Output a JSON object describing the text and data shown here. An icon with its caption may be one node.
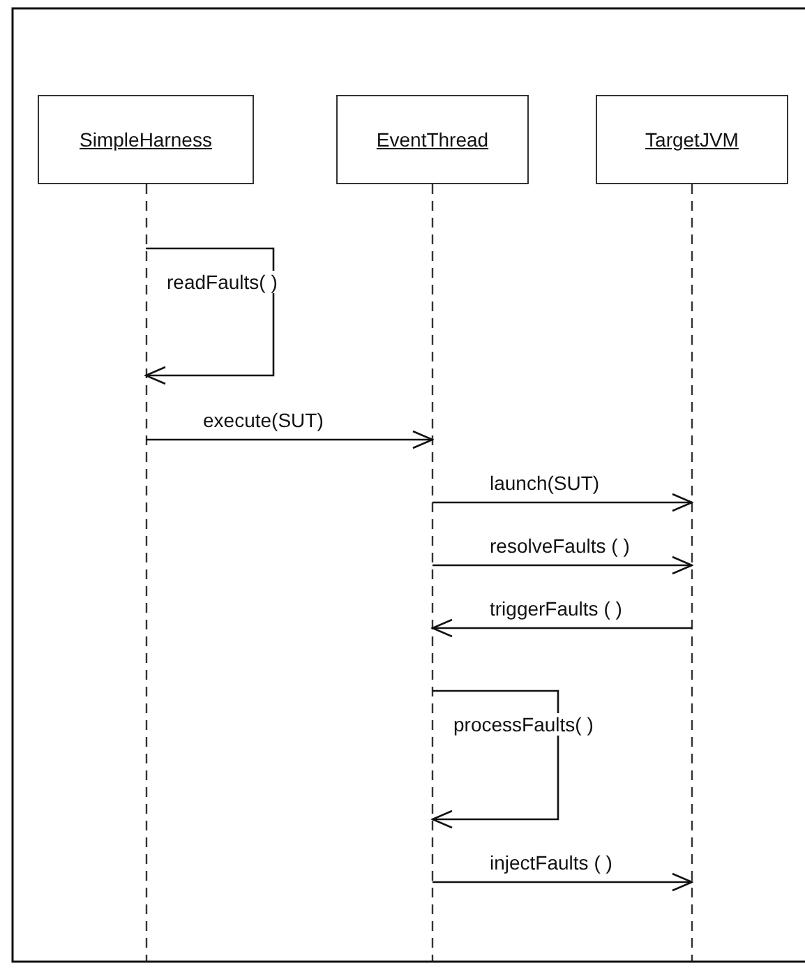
{
  "diagram": {
    "nodes": [
      {
        "text": [
          "SimpleHarness"
        ]
      },
      {
        "text": [
          "EventThread"
        ]
      },
      {
        "text": [
          "TargetJVM"
        ]
      }
    ],
    "edges": [
      {
        "from": 0,
        "to": 0,
        "label": "readFaults( )",
        "arrow": "to"
      },
      {
        "from": 0,
        "to": 1,
        "label": "execute(SUT)",
        "arrow": "to"
      },
      {
        "from": 1,
        "to": 2,
        "label": "launch(SUT)",
        "arrow": "to"
      },
      {
        "from": 1,
        "to": 2,
        "label": "resolveFaults ( )",
        "arrow": "to"
      },
      {
        "from": 2,
        "to": 1,
        "label": "triggerFaults ( )",
        "arrow": "to"
      },
      {
        "from": 1,
        "to": 1,
        "label": "processFaults( )",
        "arrow": "to"
      },
      {
        "from": 1,
        "to": 2,
        "label": "injectFaults ( )",
        "arrow": "to"
      }
    ]
  }
}
